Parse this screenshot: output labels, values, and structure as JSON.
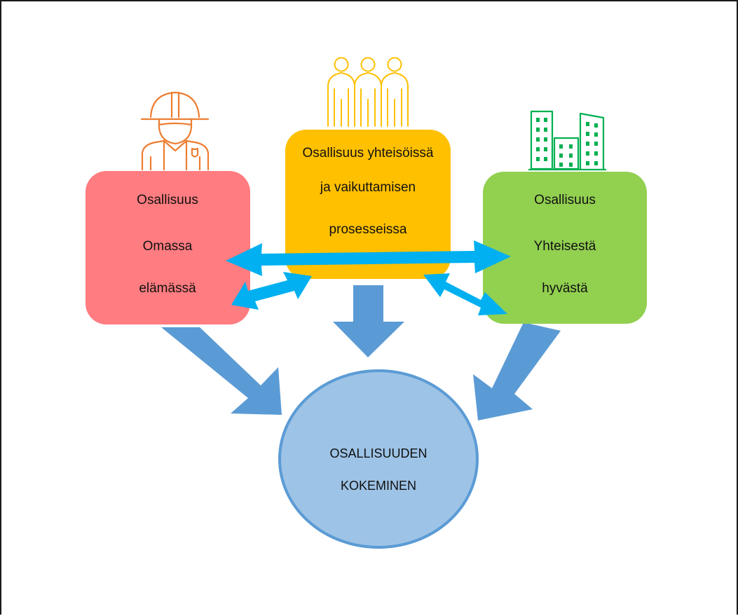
{
  "colors": {
    "left_box": "#FF7C80",
    "center_box": "#FFC000",
    "right_box": "#92D050",
    "flow_arrow": "#5B9BD5",
    "double_arrow": "#00B0F0",
    "circle_fill": "#9DC3E6",
    "circle_stroke": "#5B9BD5",
    "firefighter_icon": "#ED7D31",
    "people_icon": "#FFC000",
    "buildings_icon": "#00B050"
  },
  "icons": {
    "left": "firefighter-icon",
    "center": "people-group-icon",
    "right": "buildings-icon"
  },
  "boxes": {
    "left": {
      "line1": "Osallisuus",
      "line2": "Omassa",
      "line3": "elämässä"
    },
    "center": {
      "line1": "Osallisuus yhteisöissä",
      "line2": "ja vaikuttamisen",
      "line3": "prosesseissa"
    },
    "right": {
      "line1": "Osallisuus",
      "line2": "Yhteisestä",
      "line3": "hyvästä"
    }
  },
  "outcome": {
    "line1": "OSALLISUUDEN",
    "line2": "KOKEMINEN"
  }
}
